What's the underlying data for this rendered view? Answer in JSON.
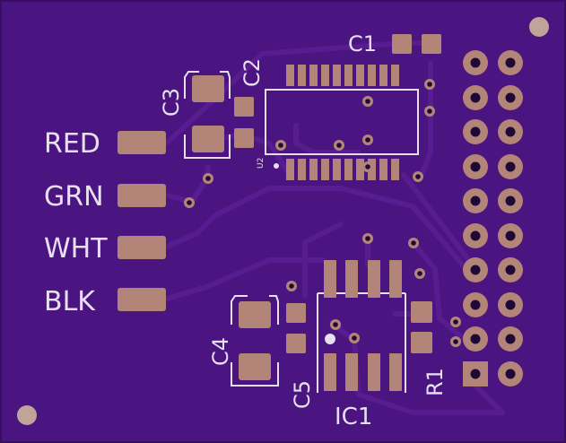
{
  "colors": {
    "board": "#4a1580",
    "board_edge": "#36105f",
    "trace": "#571c8f",
    "pad": "#b38578",
    "pad_dark": "#8a5f56",
    "silk": "#e8e0f0",
    "via_ring": "#b38578",
    "drill": "#1e0836"
  },
  "labels": {
    "wire_red": "RED",
    "wire_grn": "GRN",
    "wire_wht": "WHT",
    "wire_blk": "BLK",
    "c1": "C1",
    "c2": "C2",
    "c3": "C3",
    "c4": "C4",
    "c5": "C5",
    "r1": "R1",
    "ic1": "IC1",
    "u2": "U2"
  }
}
